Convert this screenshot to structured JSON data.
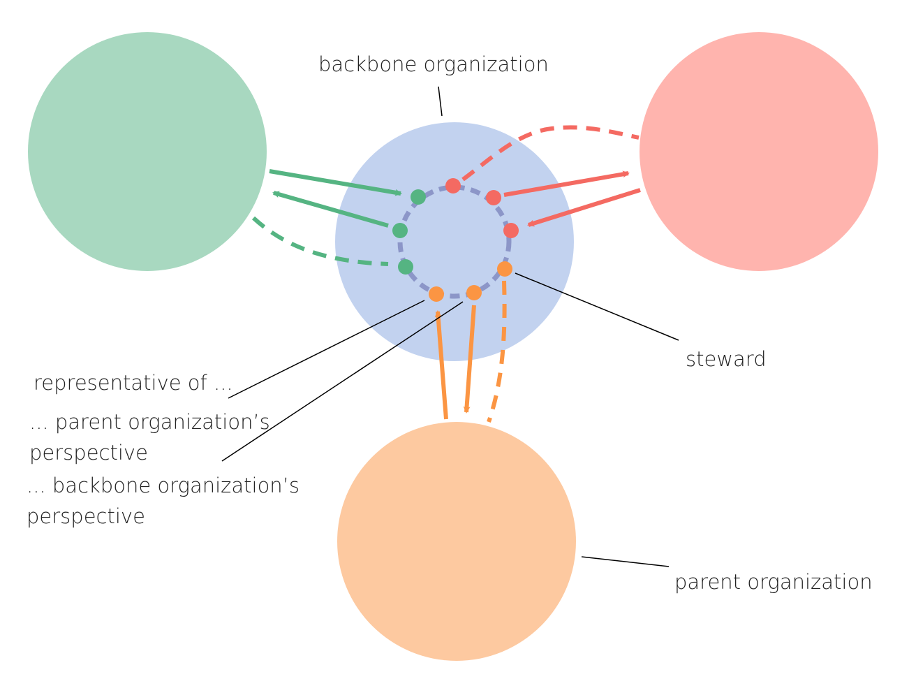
{
  "labels": {
    "backbone_organization": "backbone organization",
    "steward": "steward",
    "representative_of": "representative of ...",
    "parent_perspective_line1": "... parent organization’s",
    "parent_perspective_line2": "perspective",
    "backbone_perspective_line1": "... backbone organization’s",
    "backbone_perspective_line2": "perspective",
    "parent_organization": "parent organization"
  },
  "colors": {
    "green_org": "#a8d8c0",
    "red_org": "#ffb4ae",
    "orange_org": "#fdc9a0",
    "backbone": "#c2d2ef",
    "ring": "#8c96c8",
    "green": "#55b482",
    "red": "#f46a62",
    "orange": "#fb9543",
    "leader": "#000000"
  }
}
